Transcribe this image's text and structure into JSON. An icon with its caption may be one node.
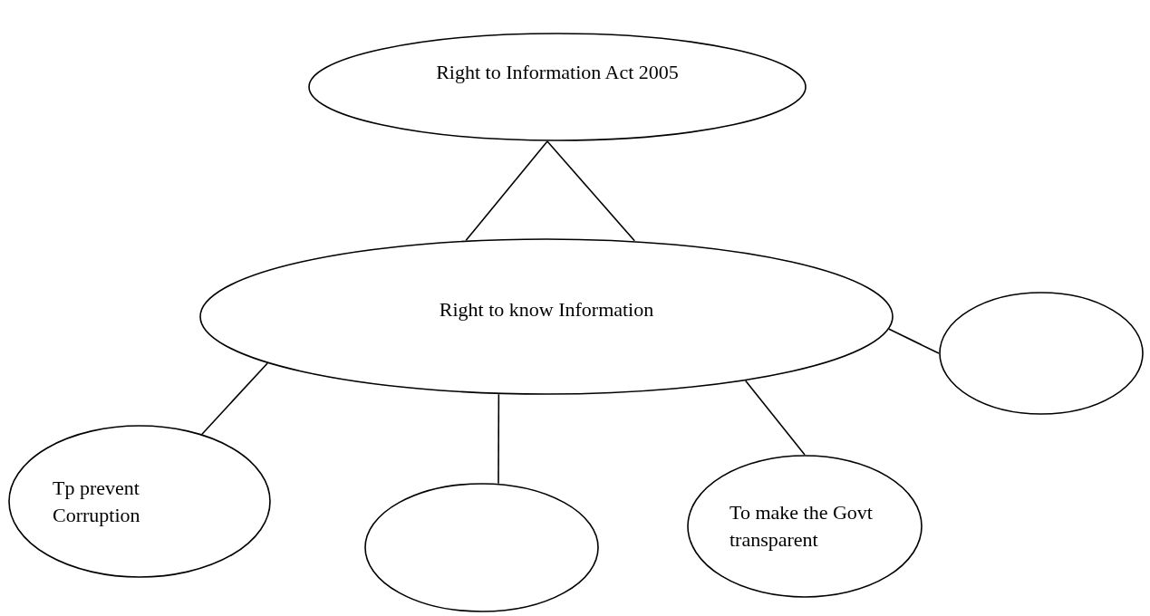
{
  "diagram": {
    "nodes": [
      {
        "text": [
          "Right to Information Act 2005"
        ]
      },
      {
        "text": [
          "Right to know Information"
        ]
      },
      {
        "text": [
          "Tp prevent Corruption"
        ]
      },
      {
        "text": [],
        "shape": "circle"
      },
      {
        "text": [
          "To make the Govt transparent"
        ]
      },
      {
        "text": [],
        "shape": "circle"
      }
    ],
    "edges": [
      {
        "from": 0,
        "to": 1,
        "arrow": "none"
      },
      {
        "from": 0,
        "to": 1,
        "arrow": "none"
      },
      {
        "from": 1,
        "to": 2,
        "arrow": "none"
      },
      {
        "from": 1,
        "to": 3,
        "arrow": "none"
      },
      {
        "from": 1,
        "to": 4,
        "arrow": "none"
      },
      {
        "from": 1,
        "to": 5,
        "arrow": "none"
      }
    ]
  }
}
